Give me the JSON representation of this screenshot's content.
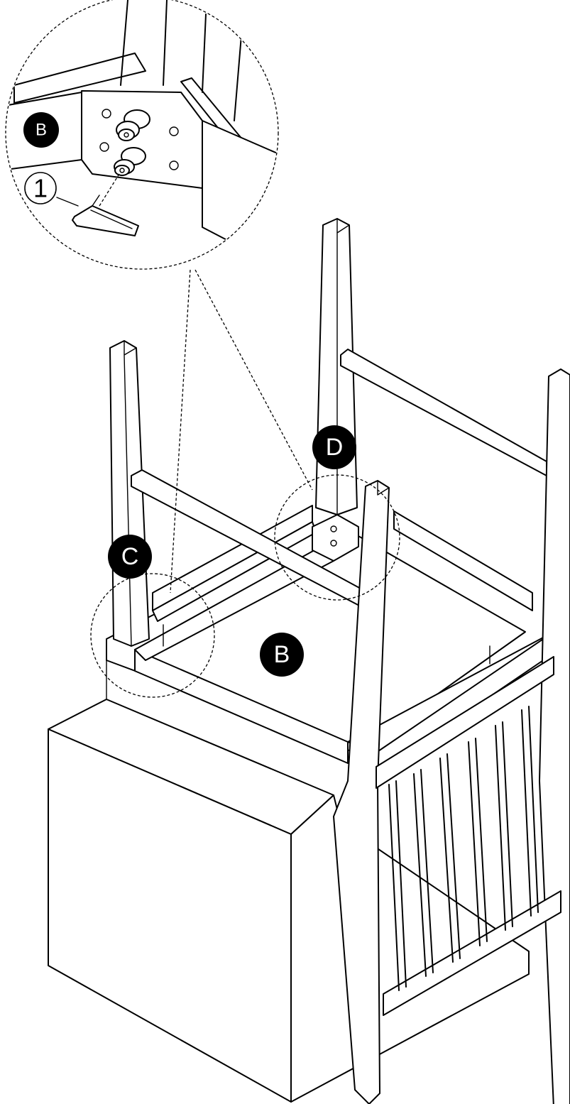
{
  "labels": {
    "zoom_part": "B",
    "tool_number": "1",
    "leg_c": "C",
    "leg_d": "D",
    "seat": "B"
  }
}
